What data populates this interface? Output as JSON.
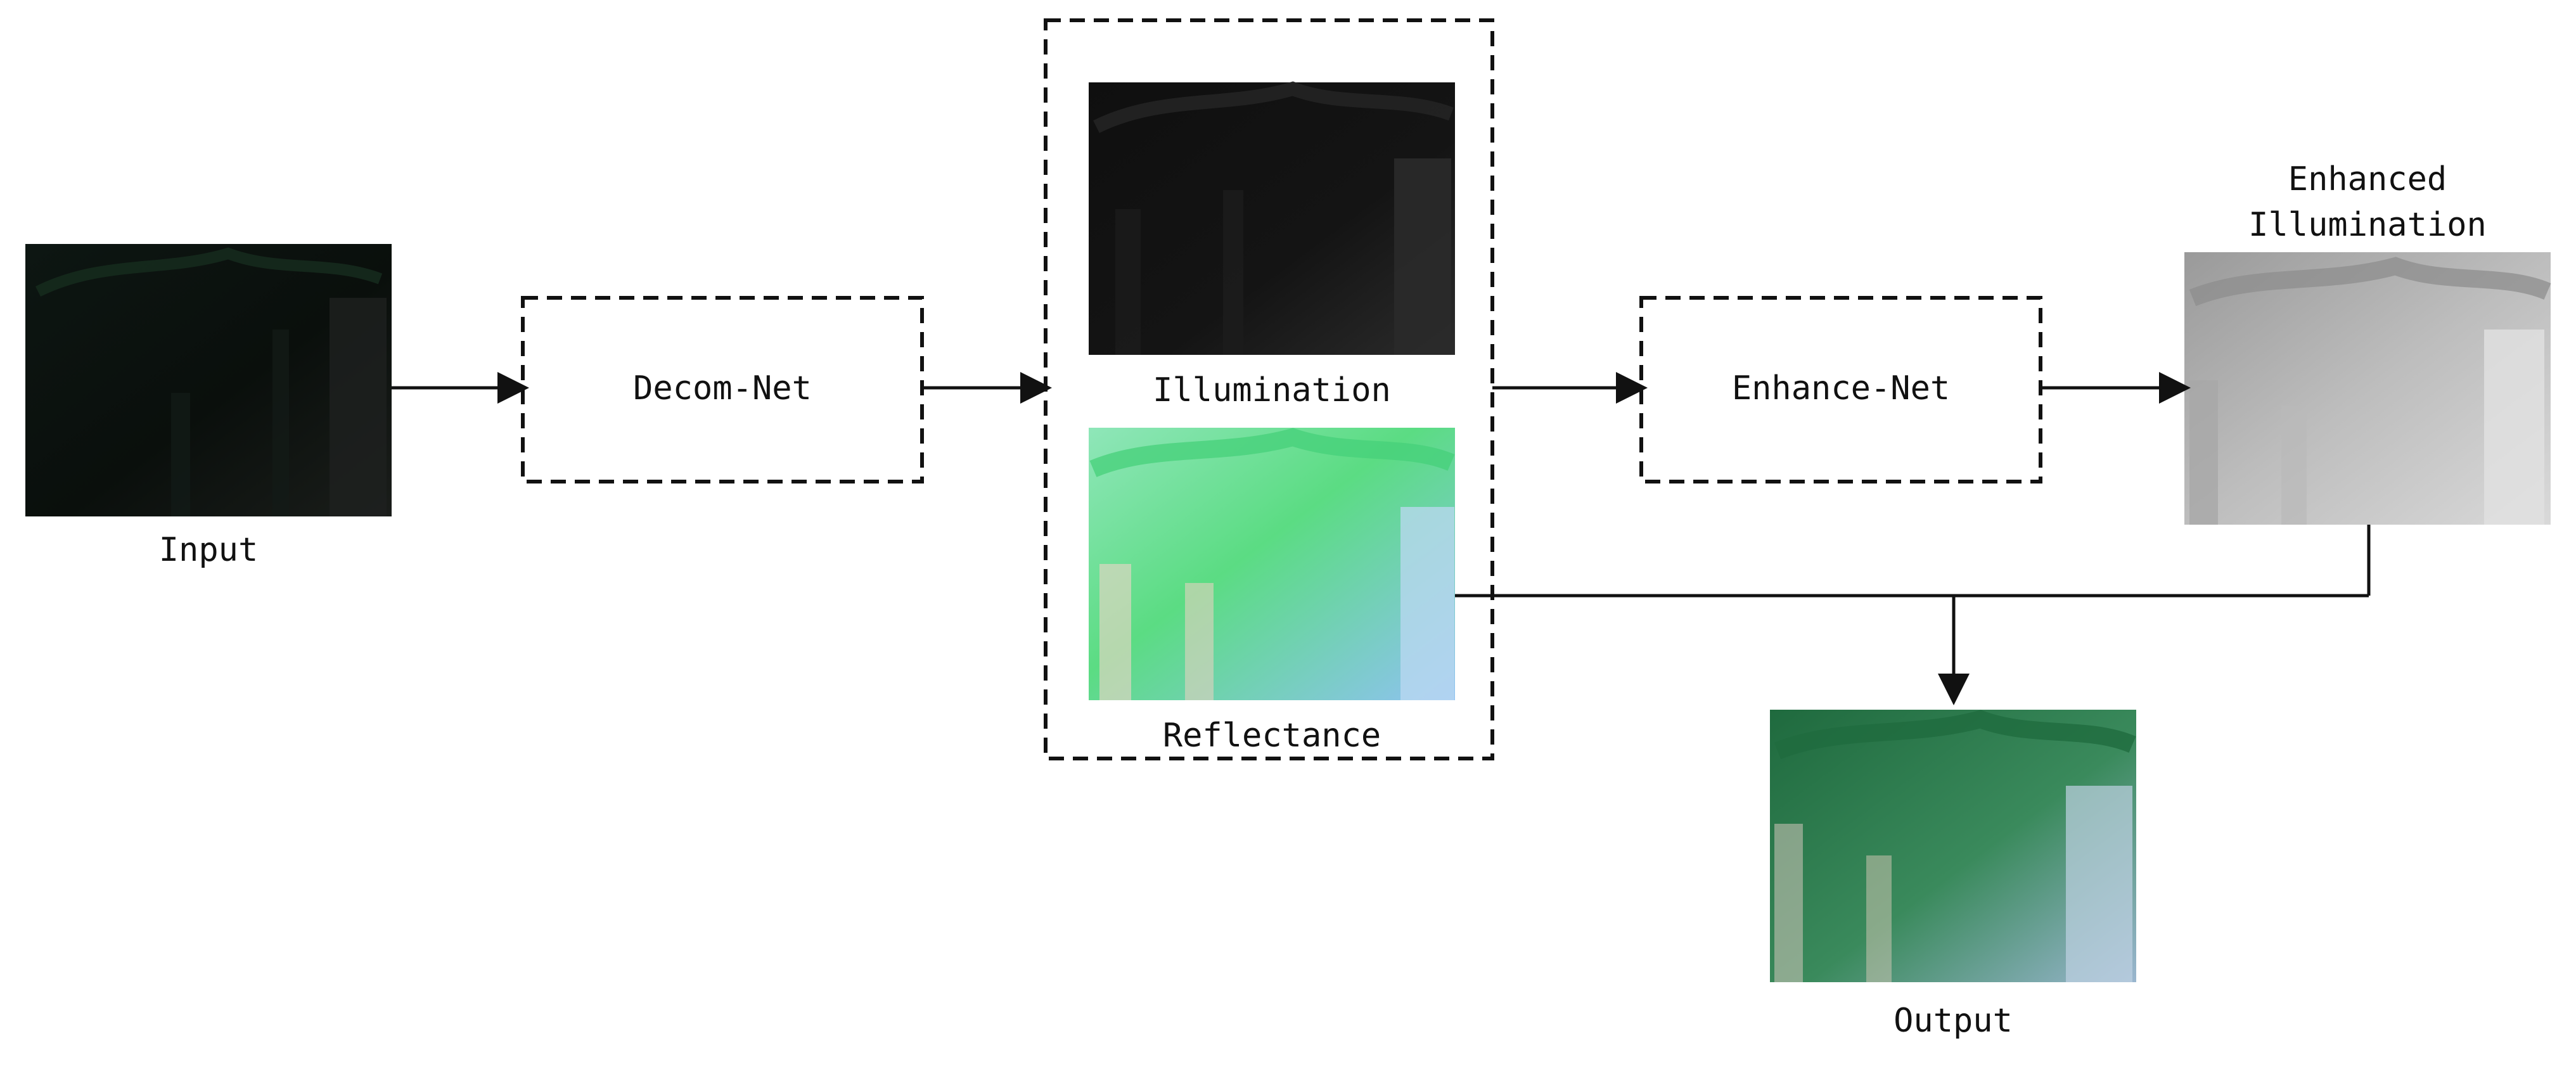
{
  "nodes": {
    "input": {
      "label": "Input"
    },
    "decom_net": {
      "label": "Decom-Net"
    },
    "illumination": {
      "label": "Illumination"
    },
    "reflectance": {
      "label": "Reflectance"
    },
    "enhance_net": {
      "label": "Enhance-Net"
    },
    "enhanced_illumination": {
      "label_line1": "Enhanced",
      "label_line2": "Illumination"
    },
    "output": {
      "label": "Output"
    }
  },
  "colors": {
    "stroke": "#111111",
    "background": "#ffffff"
  }
}
